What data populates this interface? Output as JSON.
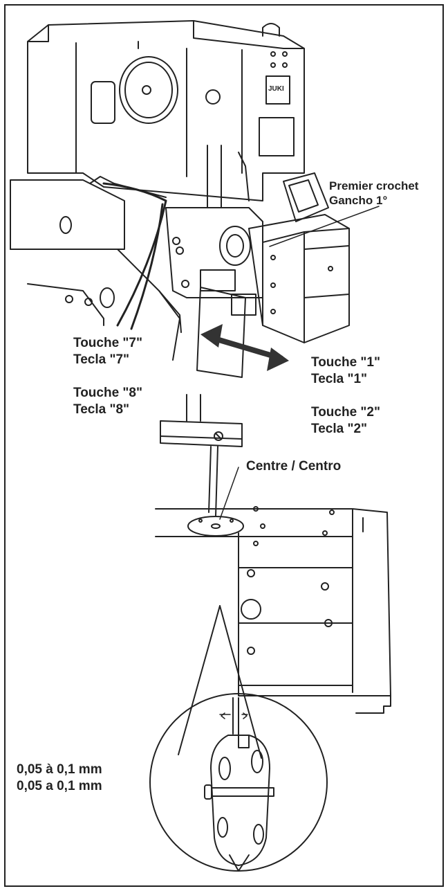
{
  "labels": {
    "first_hook": {
      "line1": "Premier crochet",
      "line2": "Gancho 1°"
    },
    "key7": {
      "line1": "Touche \"7\"",
      "line2": "Tecla \"7\""
    },
    "key8": {
      "line1": "Touche \"8\"",
      "line2": "Tecla \"8\""
    },
    "key1": {
      "line1": "Touche \"1\"",
      "line2": "Tecla \"1\""
    },
    "key2": {
      "line1": "Touche \"2\"",
      "line2": "Tecla \"2\""
    },
    "center": "Centre / Centro",
    "clearance": {
      "line1": "0,05 à 0,1 mm",
      "line2": "0,05 a 0,1 mm"
    }
  },
  "brand": "JUKI",
  "colors": {
    "line": "#222222",
    "background": "#ffffff",
    "arrow": "#333333"
  }
}
